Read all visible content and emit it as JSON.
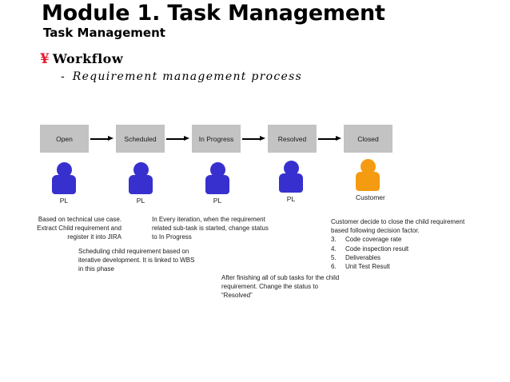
{
  "header": {
    "title": "Module 1. Task Management",
    "subtitle": "Task Management",
    "bullet_mark": "¥",
    "bullet_label": "Workflow",
    "subbullet_mark": "-",
    "subbullet_label": "Requirement management process"
  },
  "colors": {
    "accent_red": "#e8152a",
    "box_gray": "#c3c3c3",
    "person_blue": "#3730cf",
    "person_orange": "#f59b12",
    "text": "#1a1a1a"
  },
  "workflow": {
    "states": [
      {
        "label": "Open"
      },
      {
        "label": "Scheduled"
      },
      {
        "label": "In Progress"
      },
      {
        "label": "Resolved"
      },
      {
        "label": "Closed"
      }
    ]
  },
  "actors": [
    {
      "role": "PL",
      "color": "#3730cf"
    },
    {
      "role": "PL",
      "color": "#3730cf"
    },
    {
      "role": "PL",
      "color": "#3730cf"
    },
    {
      "role": "PL",
      "color": "#3730cf"
    },
    {
      "role": "Customer",
      "color": "#f59b12"
    }
  ],
  "notes": {
    "open": {
      "line1": "Based on technical use case.",
      "line2": "Extract Child requirement and",
      "line3": "register it into JIRA"
    },
    "scheduled": {
      "line1": "Scheduling child requirement based on",
      "line2": "iterative development. It is linked to WBS",
      "line3": "in this phase"
    },
    "in_progress": {
      "line1": "In Every iteration, when the requirement",
      "line2": "related sub-task is started, change status",
      "line3": "to In Progress"
    },
    "resolved": {
      "line1": "After finishing all of sub tasks for the child",
      "line2": "requirement. Change the status to",
      "line3": "“Resolved”"
    },
    "closed": {
      "line1": "Customer decide to close the child requirement",
      "line2": "based following decision factor.",
      "items": [
        {
          "num": "3.",
          "text": "Code coverage rate"
        },
        {
          "num": "4.",
          "text": "Code inspection result"
        },
        {
          "num": "5.",
          "text": "Deliverables"
        },
        {
          "num": "6.",
          "text": "Unit Test Result"
        }
      ]
    }
  }
}
